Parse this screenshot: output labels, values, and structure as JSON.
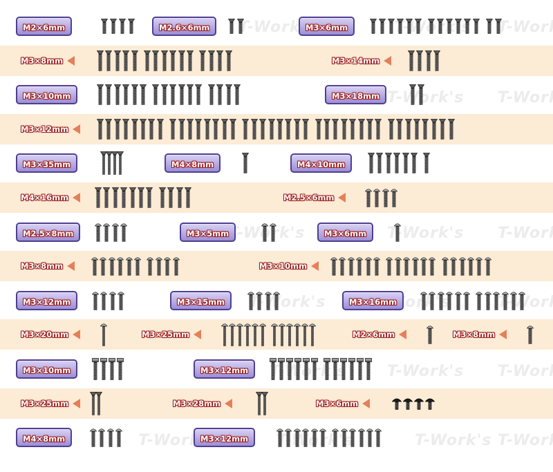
{
  "watermark": "T-Work's",
  "colors": {
    "band": "#fcebd5",
    "label_box": "#b6aae6",
    "label_border": "#4e3f90",
    "arrow": "#e3805a",
    "label_outline": "#9b1c1c"
  },
  "rows": [
    {
      "band": false,
      "items": [
        {
          "label": "M2×6mm",
          "style": "box",
          "groups": [
            4
          ],
          "kind": "flat-small"
        },
        {
          "label": "M2.6×6mm",
          "style": "box",
          "groups": [
            2
          ],
          "kind": "flat-small"
        },
        {
          "label": "M3×6mm",
          "style": "box",
          "groups": [
            6,
            6,
            2
          ],
          "kind": "flat-small"
        }
      ]
    },
    {
      "band": true,
      "items": [
        {
          "label": "M3×8mm",
          "style": "arrow",
          "groups": [
            5,
            6,
            4
          ],
          "kind": "flat"
        },
        {
          "label": "M3×14mm",
          "style": "arrow",
          "groups": [
            4
          ],
          "kind": "flat"
        }
      ]
    },
    {
      "band": false,
      "items": [
        {
          "label": "M3×10mm",
          "style": "box",
          "groups": [
            6,
            6,
            4
          ],
          "kind": "flat"
        },
        {
          "label": "M3×18mm",
          "style": "box",
          "groups": [
            2
          ],
          "kind": "flat"
        }
      ]
    },
    {
      "band": true,
      "items": [
        {
          "label": "M3×12mm",
          "style": "arrow",
          "groups": [
            8,
            8,
            8,
            8,
            8
          ],
          "kind": "flat"
        }
      ]
    },
    {
      "band": false,
      "items": [
        {
          "label": "M3×35mm",
          "style": "box",
          "groups": [
            4
          ],
          "kind": "flat-long"
        },
        {
          "label": "M4×8mm",
          "style": "box",
          "groups": [
            1
          ],
          "kind": "flat"
        },
        {
          "label": "M4×10mm",
          "style": "box",
          "groups": [
            6,
            1
          ],
          "kind": "flat"
        }
      ]
    },
    {
      "band": true,
      "items": [
        {
          "label": "M4×16mm",
          "style": "arrow",
          "groups": [
            7,
            4
          ],
          "kind": "flat"
        },
        {
          "label": "M2.5×6mm",
          "style": "arrow",
          "groups": [
            4
          ],
          "kind": "button"
        }
      ]
    },
    {
      "band": false,
      "items": [
        {
          "label": "M2.5×8mm",
          "style": "box",
          "groups": [
            4
          ],
          "kind": "button"
        },
        {
          "label": "M3×5mm",
          "style": "box",
          "groups": [
            2
          ],
          "kind": "button"
        },
        {
          "label": "M3×6mm",
          "style": "box",
          "groups": [
            1
          ],
          "kind": "button"
        }
      ]
    },
    {
      "band": true,
      "items": [
        {
          "label": "M3×8mm",
          "style": "arrow",
          "groups": [
            6,
            4
          ],
          "kind": "button"
        },
        {
          "label": "M3×10mm",
          "style": "arrow",
          "groups": [
            6,
            6,
            6
          ],
          "kind": "button"
        }
      ]
    },
    {
      "band": false,
      "items": [
        {
          "label": "M3×12mm",
          "style": "box",
          "groups": [
            4
          ],
          "kind": "button"
        },
        {
          "label": "M3×15mm",
          "style": "box",
          "groups": [
            4
          ],
          "kind": "button"
        },
        {
          "label": "M3×16mm",
          "style": "box",
          "groups": [
            6,
            6
          ],
          "kind": "button"
        }
      ]
    },
    {
      "band": true,
      "items": [
        {
          "label": "M3×20mm",
          "style": "arrow",
          "groups": [
            1
          ],
          "kind": "button-long"
        },
        {
          "label": "M3×25mm",
          "style": "arrow",
          "groups": [
            6,
            6
          ],
          "kind": "button-long"
        },
        {
          "label": "M2×6mm",
          "style": "arrow",
          "groups": [
            1
          ],
          "kind": "button"
        },
        {
          "label": "M3×8mm",
          "style": "arrow",
          "groups": [
            1
          ],
          "kind": "button"
        }
      ]
    },
    {
      "band": false,
      "items": [
        {
          "label": "M3×10mm",
          "style": "box",
          "groups": [
            4
          ],
          "kind": "hex"
        },
        {
          "label": "M3×12mm",
          "style": "box",
          "groups": [
            6,
            6
          ],
          "kind": "hex"
        }
      ]
    },
    {
      "band": true,
      "items": [
        {
          "label": "M3×25mm",
          "style": "arrow",
          "groups": [
            2
          ],
          "kind": "flat-long"
        },
        {
          "label": "M3×28mm",
          "style": "arrow",
          "groups": [
            2
          ],
          "kind": "flat-long"
        },
        {
          "label": "M3×6mm",
          "style": "arrow",
          "groups": [
            4
          ],
          "kind": "flange"
        }
      ]
    },
    {
      "band": false,
      "items": [
        {
          "label": "M4×8mm",
          "style": "box",
          "groups": [
            4
          ],
          "kind": "button"
        },
        {
          "label": "M3×12mm",
          "style": "box",
          "groups": [
            6,
            6
          ],
          "kind": "button"
        }
      ]
    }
  ]
}
